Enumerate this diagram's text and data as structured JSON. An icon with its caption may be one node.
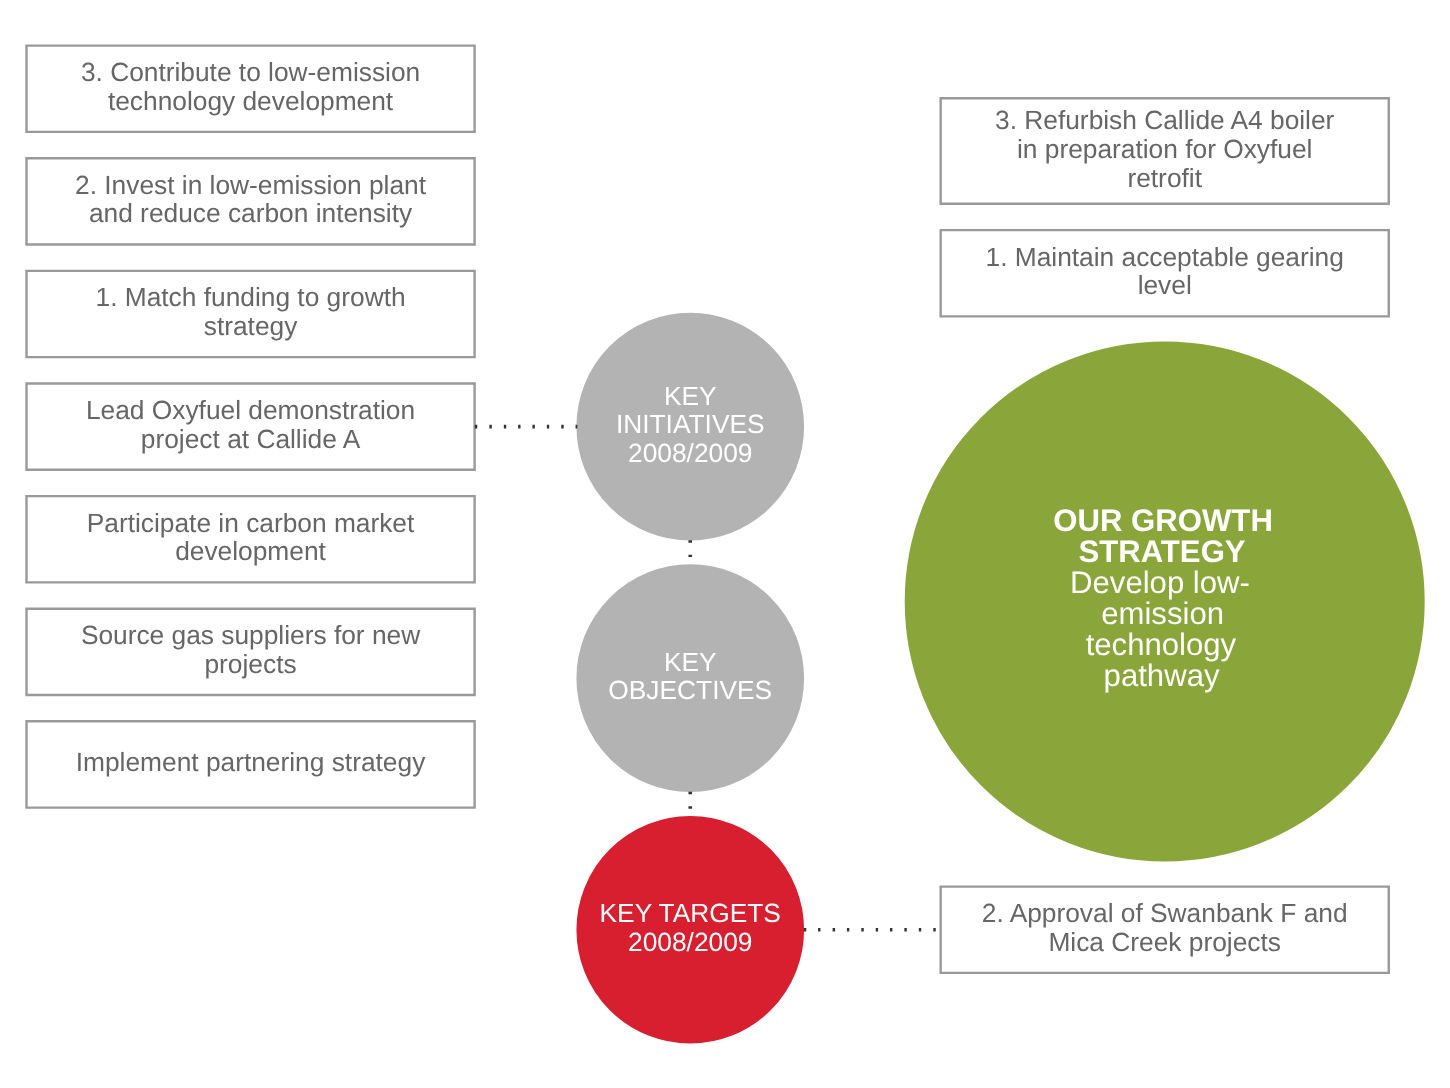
{
  "diagram": {
    "nodes": [
      {
        "text": [
          "Implement partnering strategy"
        ]
      },
      {
        "text": [
          "Source gas suppliers for new projects"
        ]
      },
      {
        "text": [
          "Participate in carbon market development"
        ]
      },
      {
        "text": [
          "Lead Oxyfuel demonstration project at Callide A"
        ]
      },
      {
        "text": [
          "KEY INITIATIVES 2008/2009"
        ]
      },
      {
        "text": [
          "OUR GROWTH STRATEGY",
          "Develop low-emission technology pathway"
        ]
      },
      {
        "text": [
          "1. Match funding to growth strategy"
        ]
      },
      {
        "text": [
          "2. Invest in low-emission plant and reduce carbon intensity"
        ]
      },
      {
        "text": [
          "3. Contribute to low-emission technology development"
        ]
      },
      {
        "text": [
          "KEY OBJECTIVES"
        ]
      },
      {
        "text": [
          "KEY TARGETS 2008/2009"
        ]
      },
      {
        "text": [
          "1. Maintain acceptable gearing level"
        ]
      },
      {
        "text": [
          "2. Approval of Swanbank F and Mica Creek projects"
        ]
      },
      {
        "text": [
          "3. Refurbish Callide A4 boiler in preparation for Oxyfuel retrofit"
        ]
      }
    ],
    "edges": [
      {
        "from": 3,
        "to": 4,
        "arrow": "none",
        "style": "dashed"
      },
      {
        "from": 4,
        "to": 9,
        "arrow": "none",
        "style": "dashed"
      },
      {
        "from": 9,
        "to": 10,
        "arrow": "none",
        "style": "dashed"
      },
      {
        "from": 10,
        "to": 12,
        "arrow": "none",
        "style": "dashed"
      }
    ]
  }
}
